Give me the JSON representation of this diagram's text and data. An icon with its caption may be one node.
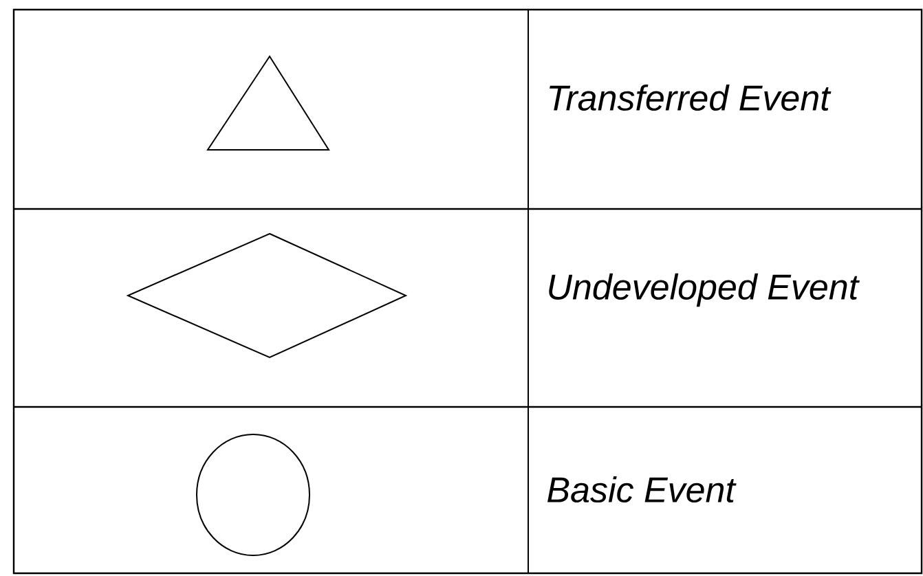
{
  "diagram": {
    "nodes": [
      {
        "text": [],
        "shape": "triangle"
      },
      {
        "text": [],
        "shape": "diamond"
      },
      {
        "text": [],
        "shape": "circle"
      }
    ],
    "labels": [
      "Transferred Event",
      "Undeveloped Event",
      "Basic Event"
    ]
  }
}
